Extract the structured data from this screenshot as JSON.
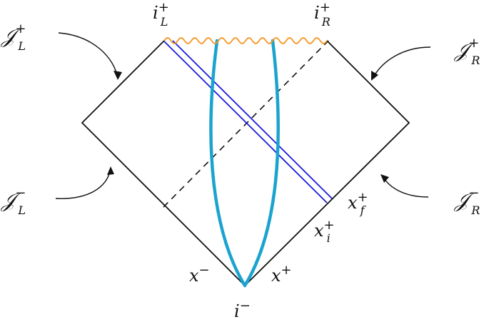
{
  "labels": {
    "scri_plus_left": {
      "base": "𝒥",
      "sup": "+",
      "sub": "L"
    },
    "scri_minus_left": {
      "base": "𝒥",
      "sup": "−",
      "sub": "L"
    },
    "scri_plus_right": {
      "base": "𝒥",
      "sup": "+",
      "sub": "R"
    },
    "scri_minus_right": {
      "base": "𝒥",
      "sup": "−",
      "sub": "R"
    },
    "i_plus_left": {
      "base": "i",
      "sup": "+",
      "sub": "L"
    },
    "i_plus_right": {
      "base": "i",
      "sup": "+",
      "sub": "R"
    },
    "i_minus": {
      "base": "i",
      "sup": "−"
    },
    "x_minus": {
      "base": "x",
      "sup": "−"
    },
    "x_plus": {
      "base": "x",
      "sup": "+"
    },
    "x_plus_f": {
      "base": "x",
      "sup": "+",
      "sub": "f"
    },
    "x_plus_i": {
      "base": "x",
      "sup": "+",
      "sub": "i"
    }
  },
  "colors": {
    "outline": "#111111",
    "singularity": "#f7931e",
    "shell": "#1b1bdc",
    "worldline": "#1ba3cf",
    "horizon": "#111111"
  }
}
